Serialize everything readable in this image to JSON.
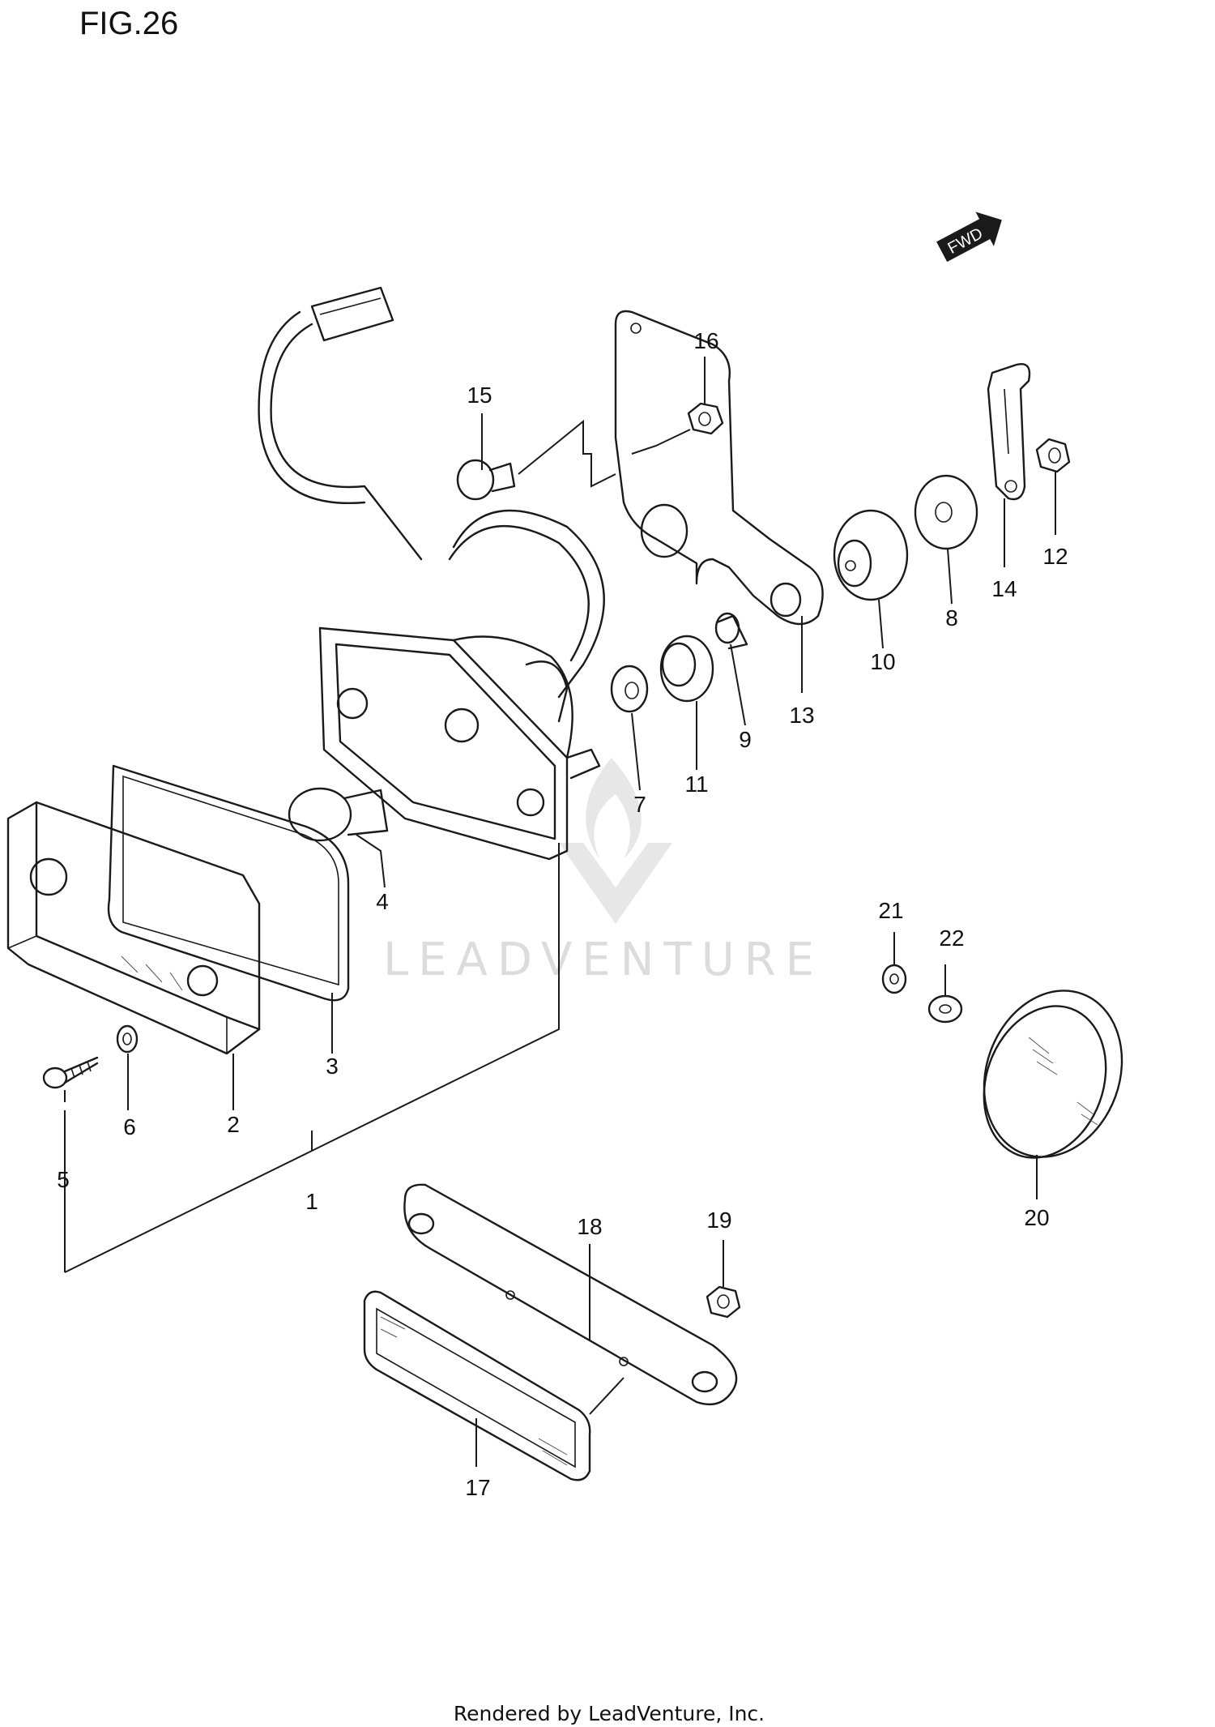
{
  "figure_label": "FIG.26",
  "fwd_label": "FWD",
  "watermark_text": "LEADVENTURE",
  "footer": "Rendered by LeadVenture, Inc.",
  "callouts": [
    "1",
    "2",
    "3",
    "4",
    "5",
    "6",
    "7",
    "8",
    "9",
    "10",
    "11",
    "12",
    "13",
    "14",
    "15",
    "16",
    "17",
    "18",
    "19",
    "20",
    "21",
    "22"
  ],
  "colors": {
    "line": "#1a1a1a",
    "watermark": "#dcdcdc",
    "background": "#ffffff"
  }
}
